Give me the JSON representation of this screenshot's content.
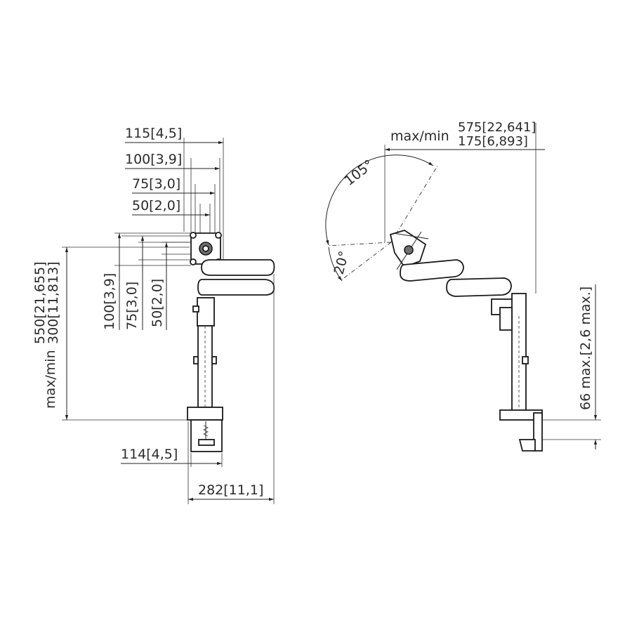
{
  "front_view": {
    "width_115": "115[4,5]",
    "width_100": "100[3,9]",
    "width_75": "75[3,0]",
    "width_50": "50[2,0]",
    "height_100": "100[3,9]",
    "height_75": "75[3,0]",
    "height_50": "50[2,0]",
    "height_max": "550[21,655]",
    "height_min": "300[11,813]",
    "height_label": "max/min",
    "clamp_width": "114[4,5]",
    "base_depth": "282[11,1]"
  },
  "side_view": {
    "reach_label": "max/min",
    "reach_max": "575[22,641]",
    "reach_min": "175[6,893]",
    "tilt_up": "105°",
    "tilt_down": "20°",
    "desk_thickness": "66 max.[2,6 max.]"
  }
}
